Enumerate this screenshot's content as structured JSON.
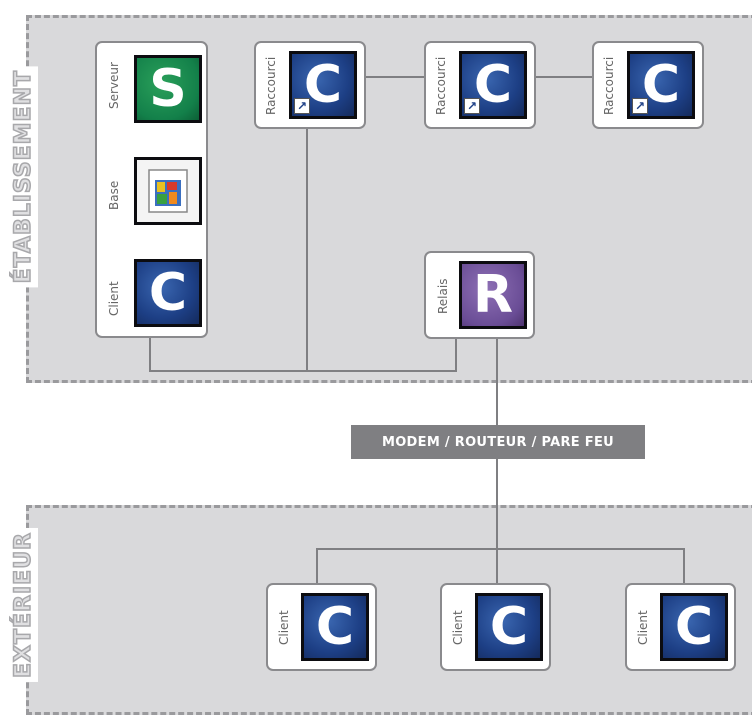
{
  "zones": {
    "top_label": "ÉTABLISSEMENT",
    "bottom_label": "EXTÉRIEUR"
  },
  "server_stack": {
    "serveur_label": "Serveur",
    "serveur_letter": "S",
    "base_label": "Base",
    "client_label": "Client",
    "client_letter": "C"
  },
  "shortcuts": [
    {
      "label": "Raccourci",
      "letter": "C"
    },
    {
      "label": "Raccourci",
      "letter": "C"
    },
    {
      "label": "Raccourci",
      "letter": "C"
    }
  ],
  "relay": {
    "label": "Relais",
    "letter": "R"
  },
  "modem_label": "MODEM / ROUTEUR / PARE FEU",
  "external_clients": [
    {
      "label": "Client",
      "letter": "C"
    },
    {
      "label": "Client",
      "letter": "C"
    },
    {
      "label": "Client",
      "letter": "C"
    }
  ],
  "colors": {
    "client": "#1d3f85",
    "serveur": "#13804a",
    "relais": "#6a4d96",
    "lines": "#7f7f82"
  }
}
